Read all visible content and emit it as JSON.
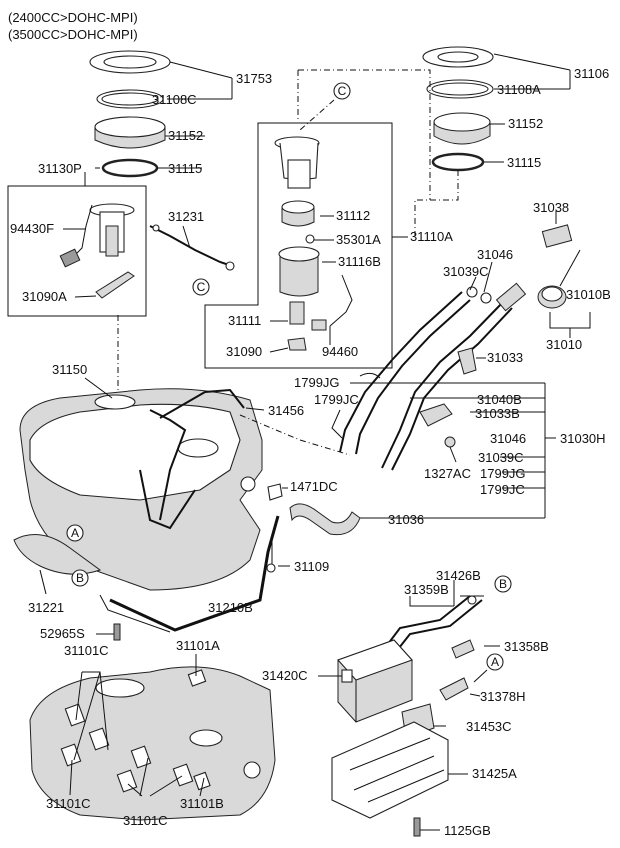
{
  "header": {
    "line1": "(2400CC>DOHC-MPI)",
    "line2": "(3500CC>DOHC-MPI)"
  },
  "markers": {
    "A": "A",
    "B": "B",
    "C": "C"
  },
  "labels": {
    "p31753": "31753",
    "p31108C": "31108C",
    "p31152_l": "31152",
    "p31130P": "31130P",
    "p31115_l": "31115",
    "p94430F": "94430F",
    "p31231": "31231",
    "p31090A": "31090A",
    "p31106": "31106",
    "p31108A": "31108A",
    "p31152_r": "31152",
    "p31115_r": "31115",
    "p31112": "31112",
    "p35301A": "35301A",
    "p31110A": "31110A",
    "p31116B": "31116B",
    "p31111": "31111",
    "p31090": "31090",
    "p94460": "94460",
    "p31038": "31038",
    "p31046_t": "31046",
    "p31039C_t": "31039C",
    "p31010B": "31010B",
    "p31010": "31010",
    "p31033": "31033",
    "p1799JG_t": "1799JG",
    "p1799JC_t": "1799JC",
    "p31040B": "31040B",
    "p31033B": "31033B",
    "p31046_m": "31046",
    "p31030H": "31030H",
    "p31039C_m": "31039C",
    "p1327AC": "1327AC",
    "p1799JG_m": "1799JG",
    "p1799JC_m": "1799JC",
    "p31150": "31150",
    "p31456": "31456",
    "p1471DC": "1471DC",
    "p31036": "31036",
    "p31109": "31109",
    "p31221": "31221",
    "p31210B": "31210B",
    "p52965S": "52965S",
    "p31101C_t": "31101C",
    "p31101A": "31101A",
    "p31426B": "31426B",
    "p31359B": "31359B",
    "p31358B": "31358B",
    "p31420C": "31420C",
    "p31378H": "31378H",
    "p31453C": "31453C",
    "p31425A": "31425A",
    "p31101C_bl": "31101C",
    "p31101C_bm": "31101C",
    "p31101B": "31101B",
    "p1125GB": "1125GB"
  }
}
